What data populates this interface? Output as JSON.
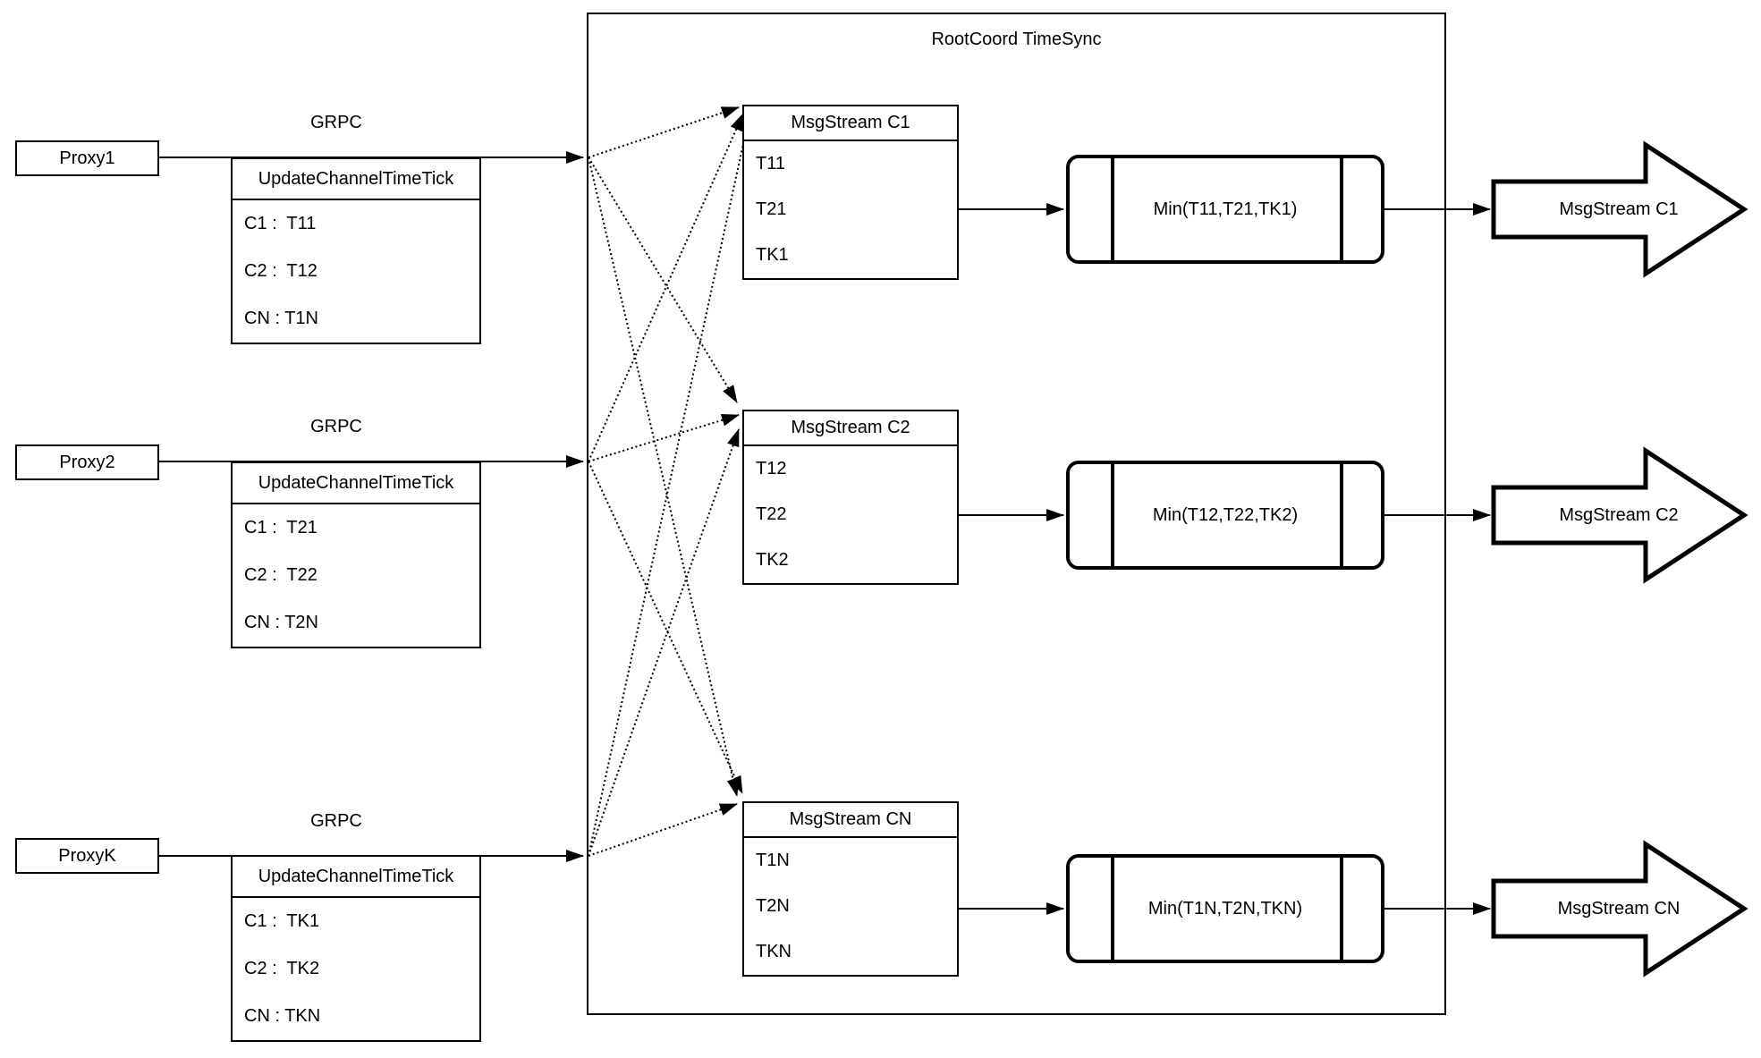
{
  "container": {
    "title": "RootCoord TimeSync"
  },
  "colors": {
    "stroke": "#000000",
    "fill": "#ffffff"
  },
  "proxies": [
    {
      "name": "Proxy1",
      "protocol": "GRPC",
      "message_title": "UpdateChannelTimeTick",
      "rows": [
        "C1 :  T11",
        "C2 :  T12",
        "CN : T1N"
      ]
    },
    {
      "name": "Proxy2",
      "protocol": "GRPC",
      "message_title": "UpdateChannelTimeTick",
      "rows": [
        "C1 :  T21",
        "C2 :  T22",
        "CN : T2N"
      ]
    },
    {
      "name": "ProxyK",
      "protocol": "GRPC",
      "message_title": "UpdateChannelTimeTick",
      "rows": [
        "C1 :  TK1",
        "C2 :  TK2",
        "CN : TKN"
      ]
    }
  ],
  "streams": [
    {
      "title": "MsgStream C1",
      "ticks": [
        "T11",
        "T21",
        "TK1"
      ],
      "min_label": "Min(T11,T21,TK1)",
      "output_label": "MsgStream C1"
    },
    {
      "title": "MsgStream C2",
      "ticks": [
        "T12",
        "T22",
        "TK2"
      ],
      "min_label": "Min(T12,T22,TK2)",
      "output_label": "MsgStream C2"
    },
    {
      "title": "MsgStream CN",
      "ticks": [
        "T1N",
        "T2N",
        "TKN"
      ],
      "min_label": "Min(T1N,T2N,TKN)",
      "output_label": "MsgStream CN"
    }
  ]
}
